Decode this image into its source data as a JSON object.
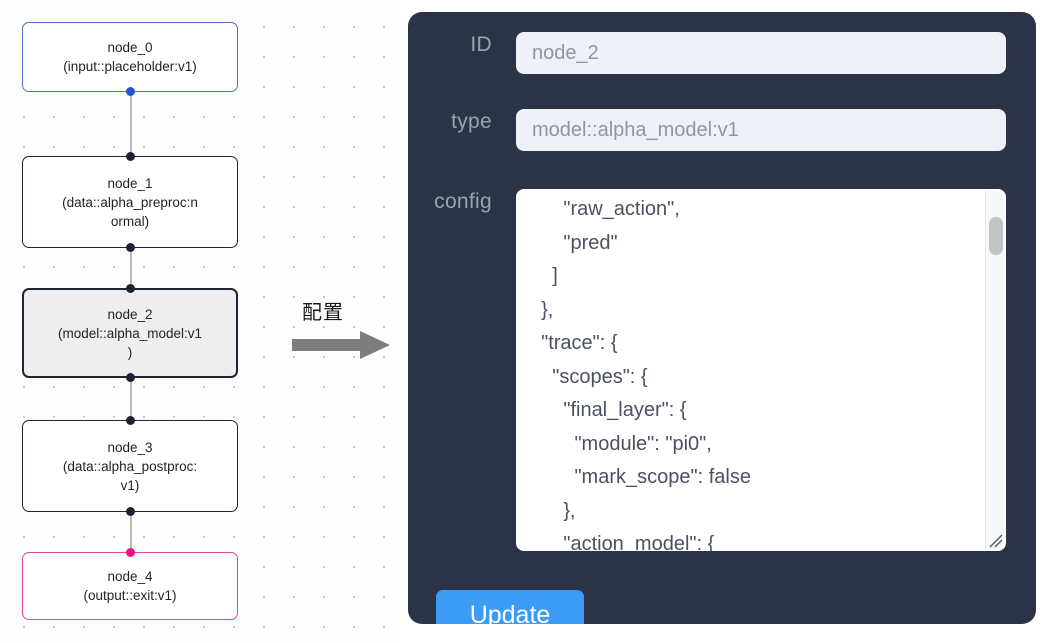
{
  "graph": {
    "nodes": [
      {
        "name": "node_0",
        "type": "(input::placeholder:v1)",
        "role": "input"
      },
      {
        "name": "node_1",
        "type": "(data::alpha_preproc:normal)",
        "type_line1": "(data::alpha_preproc:n",
        "type_line2": "ormal)",
        "role": "default"
      },
      {
        "name": "node_2",
        "type": "(model::alpha_model:v1)",
        "type_line1": "(model::alpha_model:v1",
        "type_line2": ")",
        "role": "selected"
      },
      {
        "name": "node_3",
        "type": "(data::alpha_postproc:v1)",
        "type_line1": "(data::alpha_postproc:",
        "type_line2": "v1)",
        "role": "default"
      },
      {
        "name": "node_4",
        "type": "(output::exit:v1)",
        "role": "output"
      }
    ],
    "colors": {
      "input_border": "#4a72c4",
      "input_handle": "#2352d8",
      "output_border": "#e0489a",
      "output_handle": "#ec1186",
      "default_border": "#1f2633",
      "selected_fill": "#eeeeee",
      "edge": "#b9bbc0"
    }
  },
  "annotation": {
    "label": "配置",
    "arrow_color": "#7d7d7d",
    "icon": "right-arrow-icon"
  },
  "config_panel": {
    "background": "#2b3446",
    "fields": {
      "id": {
        "label": "ID",
        "value": "node_2"
      },
      "type": {
        "label": "type",
        "value": "model::alpha_model:v1"
      },
      "config": {
        "label": "config",
        "value": "      \"raw_action\",\n      \"pred\"\n    ]\n  },\n  \"trace\": {\n    \"scopes\": {\n      \"final_layer\": {\n        \"module\": \"pi0\",\n        \"mark_scope\": false\n      },\n      \"action_model\": {"
      }
    },
    "update_button": {
      "label": "Update",
      "color": "#3c9bf5"
    },
    "scrollbar": {
      "thumb_color": "#c2c3c6"
    }
  }
}
